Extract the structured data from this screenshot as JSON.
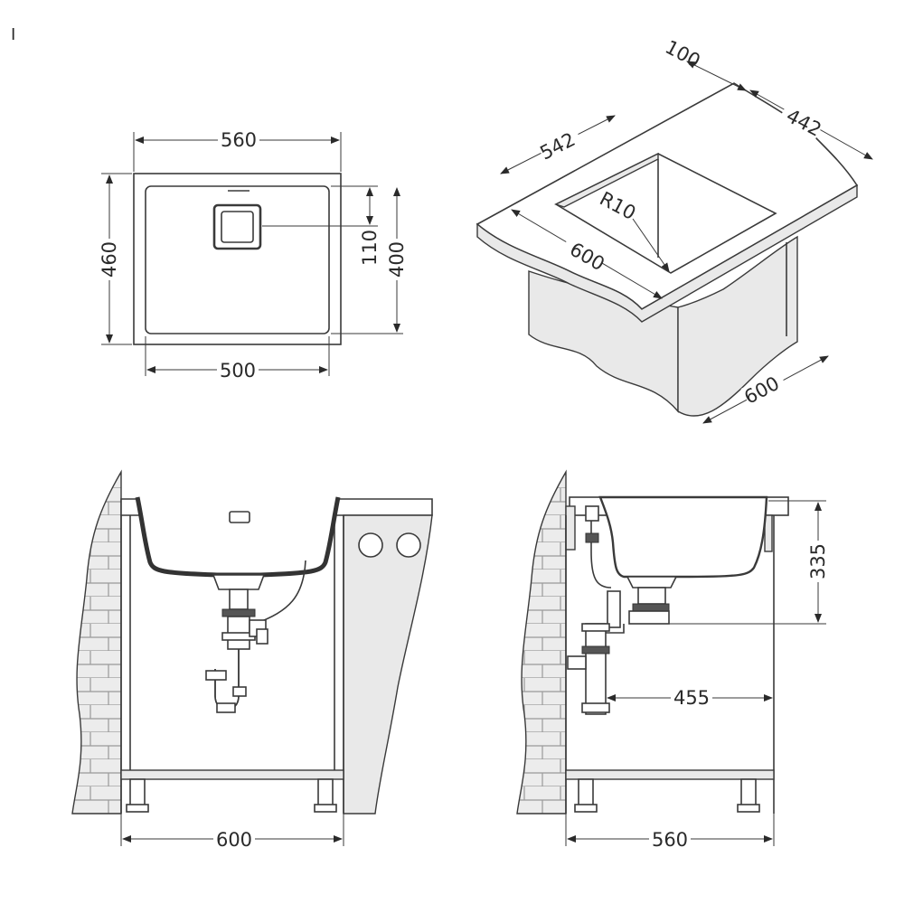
{
  "corner_mark": "I",
  "top_view": {
    "outer_width": "560",
    "inner_width": "500",
    "outer_depth": "460",
    "inner_depth": "400",
    "drain_offset": "110"
  },
  "iso_view": {
    "worktop_width": "600",
    "cutout_width": "542",
    "cutout_depth": "442",
    "front_edge": "100",
    "corner_radius": "R10",
    "cabinet_depth": "600"
  },
  "front_view": {
    "cabinet_width": "600"
  },
  "side_view": {
    "bowl_depth": "335",
    "drain_distance": "455",
    "cabinet_depth": "560"
  },
  "colors": {
    "line": "#3a3a3a",
    "shade": "#e9e9e9",
    "background": "#ffffff"
  }
}
